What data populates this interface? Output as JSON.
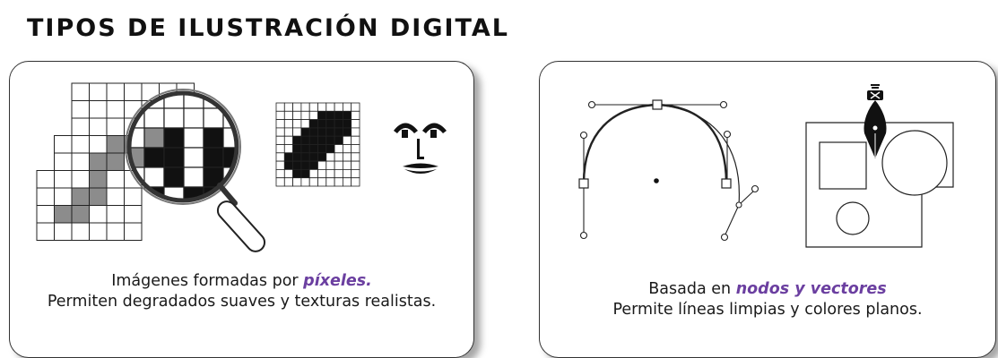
{
  "title": "TIPOS DE ILUSTRACIÓN DIGITAL",
  "cards": [
    {
      "id": "raster",
      "caption_line1_prefix": "Imágenes formadas por ",
      "caption_line1_highlight": "píxeles.",
      "caption_line2": "Permiten degradados suaves y texturas realistas."
    },
    {
      "id": "vector",
      "caption_line1_prefix": "Basada en ",
      "caption_line1_highlight": "nodos y vectores",
      "caption_line2": "Permite líneas limpias y colores planos."
    }
  ],
  "icons": {
    "left": [
      "pixel-grid-icon",
      "magnifying-glass-icon",
      "pixel-blob-icon",
      "pixel-face-icon"
    ],
    "right": [
      "bezier-curve-icon",
      "pen-tool-icon",
      "vector-shapes-icon"
    ]
  },
  "colors": {
    "highlight": "#6b3fa0",
    "pixel_gray": "#8c8c8c",
    "ink": "#111111"
  }
}
